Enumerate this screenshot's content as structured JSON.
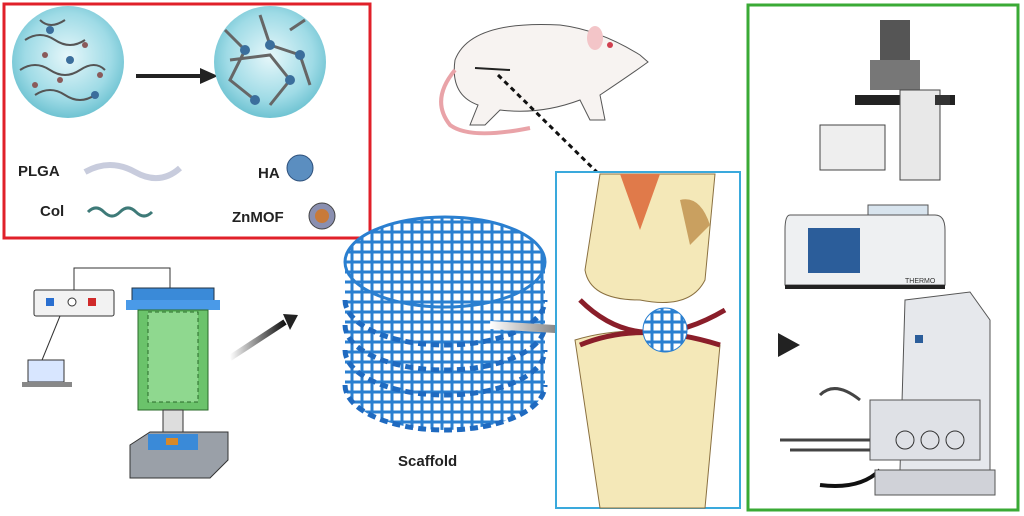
{
  "materials": {
    "plga": "PLGA",
    "col": "Col",
    "ha": "HA",
    "znmof": "ZnMOF"
  },
  "scaffold_label": "Scaffold",
  "instrument_brand": "THERMO",
  "colors": {
    "materials_box": "#e0202a",
    "joint_box": "#3aa9dc",
    "characterization_box": "#3aaa35",
    "scaffold": "#2a7fd0",
    "sphere": "#8fd3df"
  }
}
